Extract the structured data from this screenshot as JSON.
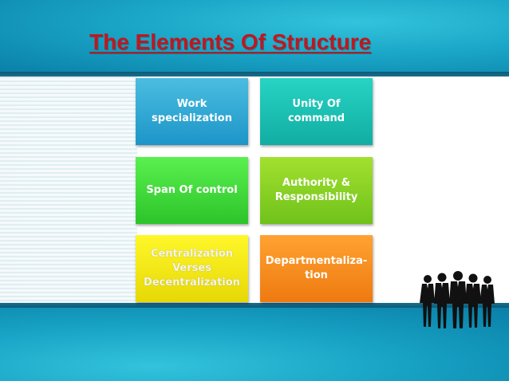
{
  "title": "The Elements Of Structure",
  "boxes": [
    {
      "text": "Work specialization",
      "color": "#2aa6d5"
    },
    {
      "text": "Unity Of command",
      "color": "#17bfb2"
    },
    {
      "text": "Span Of control",
      "color": "#3ddc3a"
    },
    {
      "text": "Authority & Responsibility",
      "color": "#86d225"
    },
    {
      "text": "Centralization Verses Decentralization",
      "color": "#f2e814"
    },
    {
      "text": "Departmentaliza-tion",
      "color": "#f58a1f"
    }
  ],
  "colors": {
    "title": "#c0171f",
    "band": "#1aa6c7",
    "panel": "#ffffff"
  },
  "decorations": {
    "group_image": "business-people-silhouette-icon"
  }
}
